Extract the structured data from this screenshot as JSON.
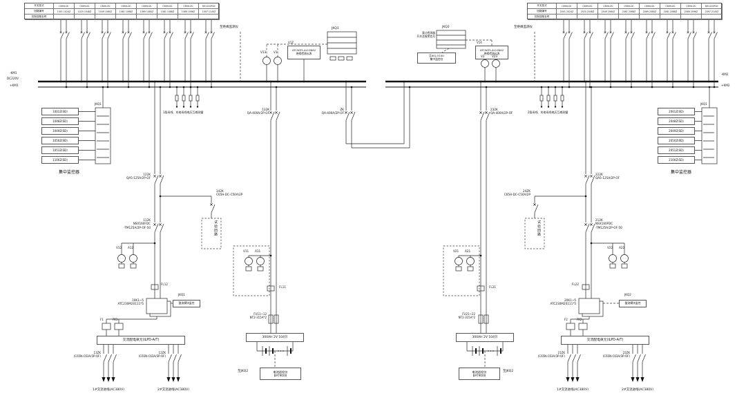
{
  "tables": {
    "left": {
      "row_labels": [
        "开关型式",
        "回路编号",
        "控制回路名称"
      ],
      "types": [
        "C65N-DC",
        "C65N-DC",
        "C65N-DC",
        "C65N-DC",
        "C65N-DC",
        "C65N-DC",
        "C65N-DC",
        "NS1100FDC"
      ],
      "circuits": [
        "1001 1024Z",
        "1025 1048Z",
        "1049 1060Z",
        "1061 1068Z",
        "1069 1080Z",
        "1081 1088Z",
        "1089 1096Z",
        "1097 1100Z"
      ]
    },
    "right": {
      "row_labels": [
        "开关型式",
        "回路编号",
        "控制回路名称"
      ],
      "types": [
        "C65N-DC",
        "C65N-DC",
        "C65N-DC",
        "C65N-DC",
        "C65N-DC",
        "C65N-DC",
        "C65N-DC",
        "NS1100FDC"
      ],
      "circuits": [
        "2001 2024Z",
        "2025 2048Z",
        "2049 2060Z",
        "2061 2068Z",
        "2069 2080Z",
        "2081 2088Z",
        "2089 2096Z",
        "2097 2100Z"
      ]
    }
  },
  "stack_left": [
    "1001Z(SD)",
    "1048Z(SD)",
    "1049Z(SD)",
    "1050Z(SD)",
    "1051Z(SD)",
    "1100Z(SD)"
  ],
  "stack_right": [
    "2001Z(SD)",
    "2048Z(SD)",
    "2049Z(SD)",
    "2050Z(SD)",
    "2051Z(SD)",
    "2100Z(SD)"
  ],
  "labels": {
    "to_ins_left": "至绝缘监测仪",
    "to_ins_right": "至绝缘监测仪",
    "jkq1_top": "JKQ1",
    "jkq2_top": "JKQ2",
    "v13": "V13",
    "v1": "V1",
    "v1z": "V1Z",
    "v1z_box": "ATCWZ5-AL10BA2\n绝缘检测仪表",
    "v14": "V14",
    "v14_box": "ATCWZ5-AL10BA2\n绝缘检测仪表",
    "v2": "V2",
    "v23": "V23",
    "jkq2_note": "表计检测器\n开关及报警信号",
    "jkq2_link_box": "至JKQ-510U\n集中监控台",
    "bus_l_neg": "-KM1",
    "bus_l_mid": "DC220V",
    "bus_l_pos": "+KM1",
    "bus_r_neg": "-KM2",
    "bus_r_pos": "+KM2",
    "monitor_left": "集中监控器",
    "monitor_right": "集中监控器",
    "jkq_stack_left": "JKQ1",
    "jkq_stack_right": "JKQ1",
    "pt_note_left": "1段母线、充电母线电压互感测量",
    "pt_note_right": "2段母线、充电母线电压互感测量",
    "brk_132k": "132K\nQA-400A/2P-OF",
    "brk_zk": "ZK\nQA-400A/2P-OF",
    "brk_232k": "232K\nQA-400A/2P-OF",
    "brk_122k": "122K\nQA5-125A/2P-OF",
    "brk_222k": "222K\nQA5-125A/2P-OF",
    "brk_142k": "142K\nC65H-DC-C50A/2P",
    "brk_24zk": "24ZK\nC65H-DC-C50A/2P",
    "brk_112k": "112K\nNSX160FDC\n-TM125A/2P-OF-50",
    "brk_212k": "212K\nNSX160FDC\n-TM125A/2P-OF-50",
    "test_left": "试验回路",
    "test_right": "试验回路",
    "v12": "V12",
    "a12": "A12",
    "v22": "V22",
    "a22": "A22",
    "v11": "V11",
    "a11": "A11",
    "v21": "V21",
    "a21": "A21",
    "fl11": "FL11",
    "fl12": "FL12",
    "fl21": "FL21",
    "fl22": "FL22",
    "charger_left": "10K1~5\nATC230M20111*5",
    "charger_right": "20K1~5\nATC230M20111*5",
    "jkq_chg_left": "JKQ1",
    "jkq_chg_right": "JKQ2",
    "chg_mon_left": "整流模块监控",
    "chg_mon_right": "整流模块监控",
    "f1": "F1",
    "fk1": "FK1",
    "f2": "F2",
    "fk2": "FK2",
    "acu_left": "交流配电单元(ILPD-A/T)",
    "acu_right": "交流配电单元(ILPD-A/T)",
    "brk_11zk": "11ZK\n(C65N-C63A/3P-OF)",
    "brk_12zk": "12ZK\n(C65N-C63A/3P-OF)",
    "brk_21zk": "21ZK\n(C65N-C63A/3P-OF)",
    "brk_22zk": "22ZK\n(C65N-C63A/3P-OF)",
    "acin1_left": "1#交流进线(AC380V)",
    "acin2_left": "2#交流进线(AC380V)",
    "acin1_right": "1#交流进线(AC380V)",
    "acin2_right": "2#交流进线(AC380V)",
    "fu_left": "FU11~12\nNT2-315A*2",
    "fu_right": "FU21~22\nNT2-315A*2",
    "batt_left": "300AH 2V 104只",
    "batt_right": "300AH 2V 104只",
    "bat_mon_left": "电池巡检仪\nBAT9000",
    "bat_mon_right": "电池巡检仪\nBAT9000",
    "to_jkq2_left": "至JKQ2",
    "to_jkq2_right": "至JKQ2"
  }
}
